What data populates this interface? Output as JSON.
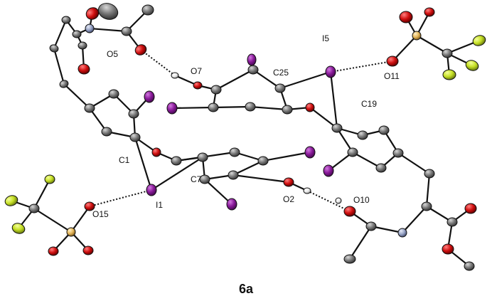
{
  "figure": {
    "caption": "6a",
    "atom_labels": {
      "O5": "O5",
      "O7": "O7",
      "C25": "C25",
      "I5": "I5",
      "O11": "O11",
      "C19": "C19",
      "C1": "C1",
      "C7": "C7",
      "I1": "I1",
      "O15": "O15",
      "O2": "O2",
      "O10": "O10"
    },
    "colors": {
      "carbon": "#7a7a7a",
      "iodine": "#8a1a9a",
      "oxygen": "#d01010",
      "fluorine": "#c6e026",
      "sulfur": "#e6b85c",
      "nitrogen": "#9aa6c8",
      "hydrogen": "#e8e8e8",
      "bond": "#111111"
    }
  }
}
